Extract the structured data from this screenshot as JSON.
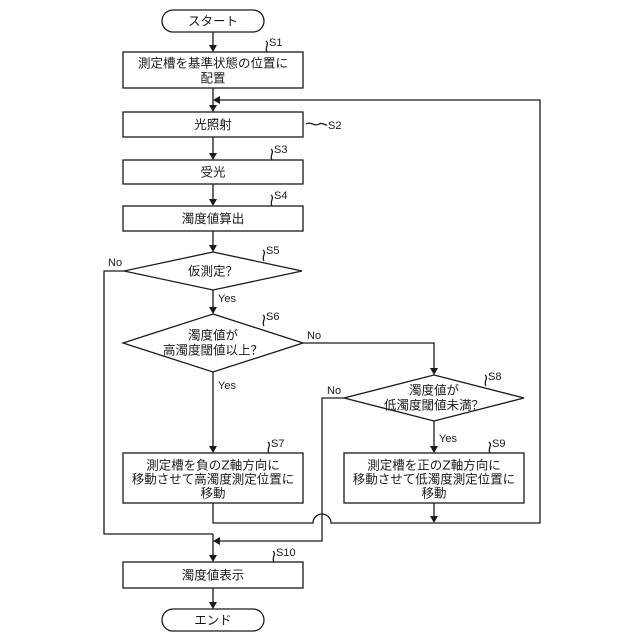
{
  "flowchart": {
    "start": "スタート",
    "end": "エンド",
    "steps": {
      "s1": {
        "id": "S1",
        "lines": [
          "測定槽を基準状態の位置に",
          "配置"
        ]
      },
      "s2": {
        "id": "S2",
        "lines": [
          "光照射"
        ]
      },
      "s3": {
        "id": "S3",
        "lines": [
          "受光"
        ]
      },
      "s4": {
        "id": "S4",
        "lines": [
          "濁度値算出"
        ]
      },
      "s5": {
        "id": "S5",
        "lines": [
          "仮測定？"
        ]
      },
      "s6": {
        "id": "S6",
        "lines": [
          "濁度値が",
          "高濁度閾値以上？"
        ]
      },
      "s7": {
        "id": "S7",
        "lines": [
          "測定槽を負のZ軸方向に",
          "移動させて高濁度測定位置に",
          "移動"
        ]
      },
      "s8": {
        "id": "S8",
        "lines": [
          "濁度値が",
          "低濁度閾値未満？"
        ]
      },
      "s9": {
        "id": "S9",
        "lines": [
          "測定槽を正のZ軸方向に",
          "移動させて低濁度測定位置に",
          "移動"
        ]
      },
      "s10": {
        "id": "S10",
        "lines": [
          "濁度値表示"
        ]
      }
    },
    "branch_labels": {
      "s5_yes": "Yes",
      "s5_no": "No",
      "s6_yes": "Yes",
      "s6_no": "No",
      "s8_yes": "Yes",
      "s8_no": "No"
    }
  }
}
